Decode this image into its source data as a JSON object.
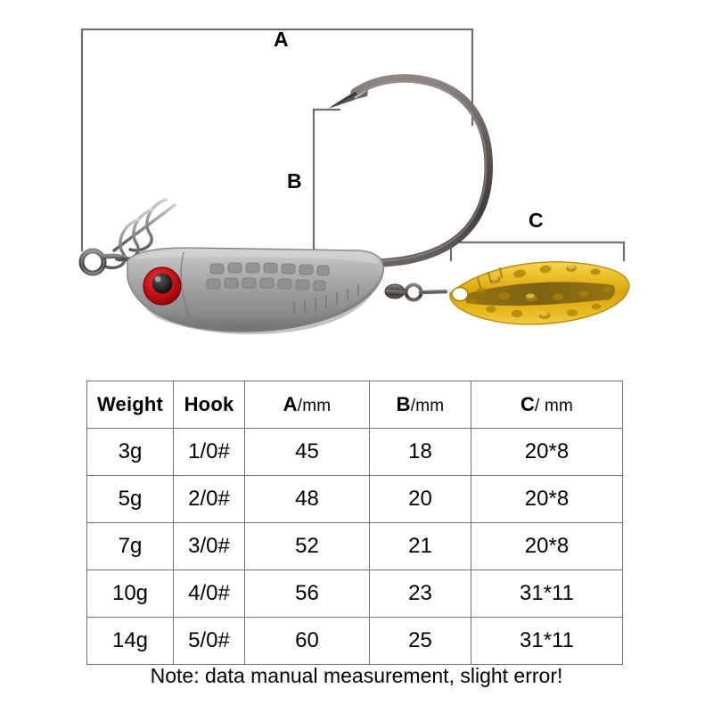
{
  "diagram": {
    "dimension_labels": [
      {
        "id": "A",
        "text": "A",
        "meaning": "overall-length"
      },
      {
        "id": "B",
        "text": "B",
        "meaning": "hook-gap"
      },
      {
        "id": "C",
        "text": "C",
        "meaning": "blade-size"
      }
    ],
    "parts": {
      "bait_keeper": "corkscrew-spring",
      "line_eye": "line-tie-eyelet",
      "jig_head": "lead-jig-head-body",
      "eye": "red-fish-eye",
      "hook": "wide-gap-worm-hook",
      "swivel": "barrel-swivel",
      "blade": "gold-willow-leaf-spinner-blade"
    },
    "colors": {
      "lead_body": "#9a9a9a",
      "hook_steel": "#4c4744",
      "eye_red": "#cc1216",
      "eye_pupil": "#2b2b2b",
      "blade_gold": "#e8b21a",
      "blade_gold_dark": "#6d5510",
      "bracket": "#6f6f6f"
    }
  },
  "table": {
    "headers": [
      {
        "letter": "Weight",
        "unit": ""
      },
      {
        "letter": "Hook",
        "unit": ""
      },
      {
        "letter": "A",
        "unit": "/mm"
      },
      {
        "letter": "B",
        "unit": "/mm"
      },
      {
        "letter": "C",
        "unit": "/ mm"
      }
    ],
    "rows": [
      {
        "weight": "3g",
        "hook": "1/0#",
        "a": "45",
        "b": "18",
        "c": "20*8"
      },
      {
        "weight": "5g",
        "hook": "2/0#",
        "a": "48",
        "b": "20",
        "c": "20*8"
      },
      {
        "weight": "7g",
        "hook": "3/0#",
        "a": "52",
        "b": "21",
        "c": "20*8"
      },
      {
        "weight": "10g",
        "hook": "4/0#",
        "a": "56",
        "b": "23",
        "c": "31*11"
      },
      {
        "weight": "14g",
        "hook": "5/0#",
        "a": "60",
        "b": "25",
        "c": "31*11"
      }
    ]
  },
  "note": "Note: data manual measurement, slight error!"
}
